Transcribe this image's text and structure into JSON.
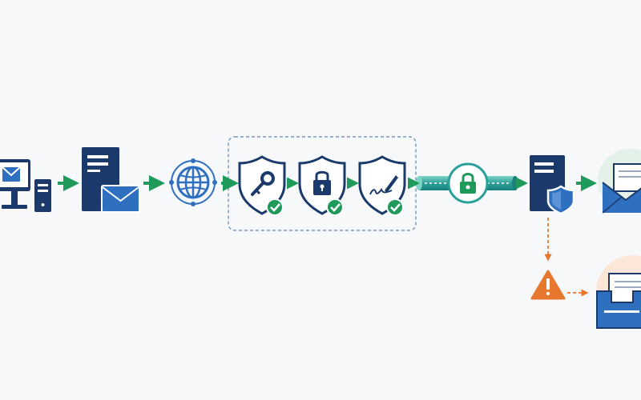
{
  "colors": {
    "navy": "#1b3a6b",
    "blue": "#2f6fc0",
    "green": "#1f9a5a",
    "teal": "#2aa09a",
    "orange": "#e8772e",
    "background": "#f7f8fa",
    "dash_box": "#5a86b8"
  },
  "nodes": [
    {
      "id": "sender-workstation",
      "icon": "computer-with-email-icon"
    },
    {
      "id": "mail-server",
      "icon": "server-with-email-icon"
    },
    {
      "id": "internet",
      "icon": "globe-icon"
    },
    {
      "id": "dkim-key",
      "icon": "shield-key-check-icon"
    },
    {
      "id": "encryption",
      "icon": "shield-lock-check-icon"
    },
    {
      "id": "signature",
      "icon": "shield-signature-check-icon"
    },
    {
      "id": "tls-tunnel",
      "icon": "encrypted-tunnel-lock-icon"
    },
    {
      "id": "receiving-server",
      "icon": "server-with-shield-icon"
    },
    {
      "id": "inbox-delivered",
      "icon": "open-envelope-icon"
    },
    {
      "id": "warning",
      "icon": "warning-triangle-icon"
    },
    {
      "id": "quarantine-tray",
      "icon": "inbox-tray-icon"
    }
  ],
  "edges": [
    {
      "from": "sender-workstation",
      "to": "mail-server",
      "style": "solid"
    },
    {
      "from": "mail-server",
      "to": "internet",
      "style": "solid"
    },
    {
      "from": "internet",
      "to": "dkim-key",
      "style": "solid"
    },
    {
      "from": "dkim-key",
      "to": "encryption",
      "style": "solid"
    },
    {
      "from": "encryption",
      "to": "signature",
      "style": "solid"
    },
    {
      "from": "signature",
      "to": "tls-tunnel",
      "style": "solid"
    },
    {
      "from": "tls-tunnel",
      "to": "receiving-server",
      "style": "solid"
    },
    {
      "from": "receiving-server",
      "to": "inbox-delivered",
      "style": "solid"
    },
    {
      "from": "receiving-server",
      "to": "warning",
      "style": "dashed"
    },
    {
      "from": "warning",
      "to": "quarantine-tray",
      "style": "dashed"
    }
  ]
}
